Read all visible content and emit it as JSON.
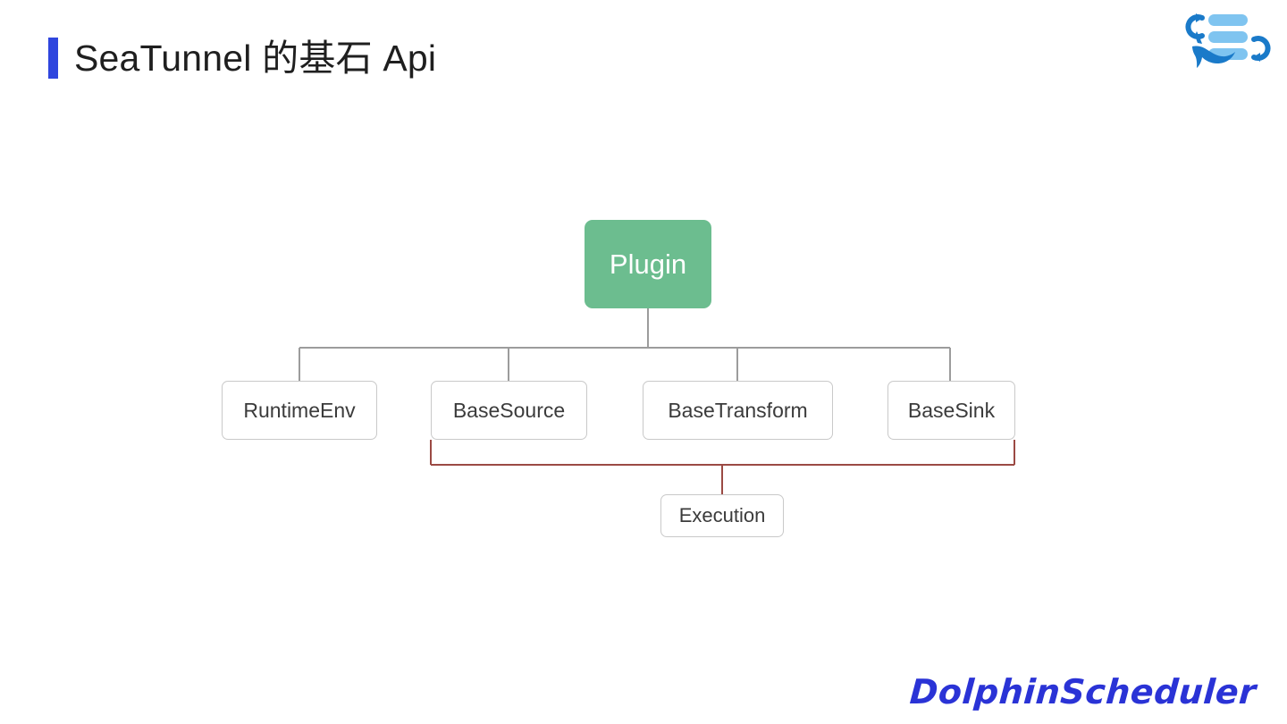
{
  "slide": {
    "title": "SeaTunnel 的基石 Api",
    "accent_color": "#2f46de",
    "background_color": "#ffffff"
  },
  "brand": {
    "logo_name": "dolphinscheduler-logo",
    "logo_bar_color": "#7fc4f0",
    "logo_accent_color": "#1a7ac9",
    "wordmark": "DolphinScheduler",
    "wordmark_color": "#2a33d6"
  },
  "diagram": {
    "type": "tree",
    "root": {
      "id": "plugin",
      "label": "Plugin",
      "fill": "#6cbd8f",
      "text_color": "#ffffff"
    },
    "children": [
      {
        "id": "runtimeenv",
        "label": "RuntimeEnv"
      },
      {
        "id": "basesource",
        "label": "BaseSource"
      },
      {
        "id": "basetransform",
        "label": "BaseTransform"
      },
      {
        "id": "basesink",
        "label": "BaseSink"
      }
    ],
    "extra_nodes": [
      {
        "id": "execution",
        "label": "Execution"
      }
    ],
    "edges": [
      {
        "from": "plugin",
        "to": "runtimeenv",
        "color": "#9c9c9c"
      },
      {
        "from": "plugin",
        "to": "basesource",
        "color": "#9c9c9c"
      },
      {
        "from": "plugin",
        "to": "basetransform",
        "color": "#9c9c9c"
      },
      {
        "from": "plugin",
        "to": "basesink",
        "color": "#9c9c9c"
      },
      {
        "from": "basesource",
        "to": "execution",
        "color": "#9b4a44"
      },
      {
        "from": "basetransform",
        "to": "execution",
        "color": "#9b4a44"
      },
      {
        "from": "basesink",
        "to": "execution",
        "color": "#9b4a44"
      }
    ],
    "node_border_color": "#c9c9c9",
    "node_fill": "#ffffff",
    "node_text_color": "#3b3b3b"
  }
}
